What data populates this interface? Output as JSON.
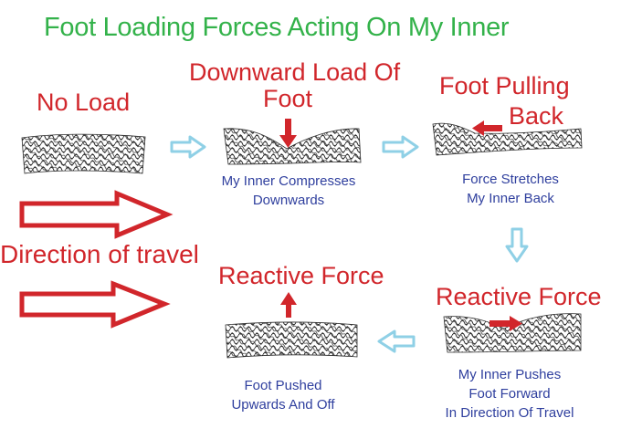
{
  "title": "Foot Loading Forces Acting On My Inner",
  "stages": {
    "no_load": {
      "label": "No Load"
    },
    "downward": {
      "label_line1": "Downward  Load Of",
      "label_line2": "Foot",
      "caption_line1": "My Inner Compresses",
      "caption_line2": "Downwards"
    },
    "pulling": {
      "label_line1": "Foot Pulling",
      "label_line2": "Back",
      "caption_line1": "Force Stretches",
      "caption_line2": "My Inner Back"
    },
    "reactive_left": {
      "label": "Reactive Force",
      "caption_line1": "Foot Pushed",
      "caption_line2": "Upwards And Off"
    },
    "reactive_right": {
      "label": "Reactive Force",
      "caption_line1": "My Inner Pushes",
      "caption_line2": "Foot Forward",
      "caption_line3": "In Direction Of Travel"
    }
  },
  "direction_label": "Direction of travel",
  "colors": {
    "title": "#33b24a",
    "red": "#d1262b",
    "blue_text": "#2f3f9e",
    "flow_arrow": "#8fd0e6",
    "pad": "#333333"
  }
}
